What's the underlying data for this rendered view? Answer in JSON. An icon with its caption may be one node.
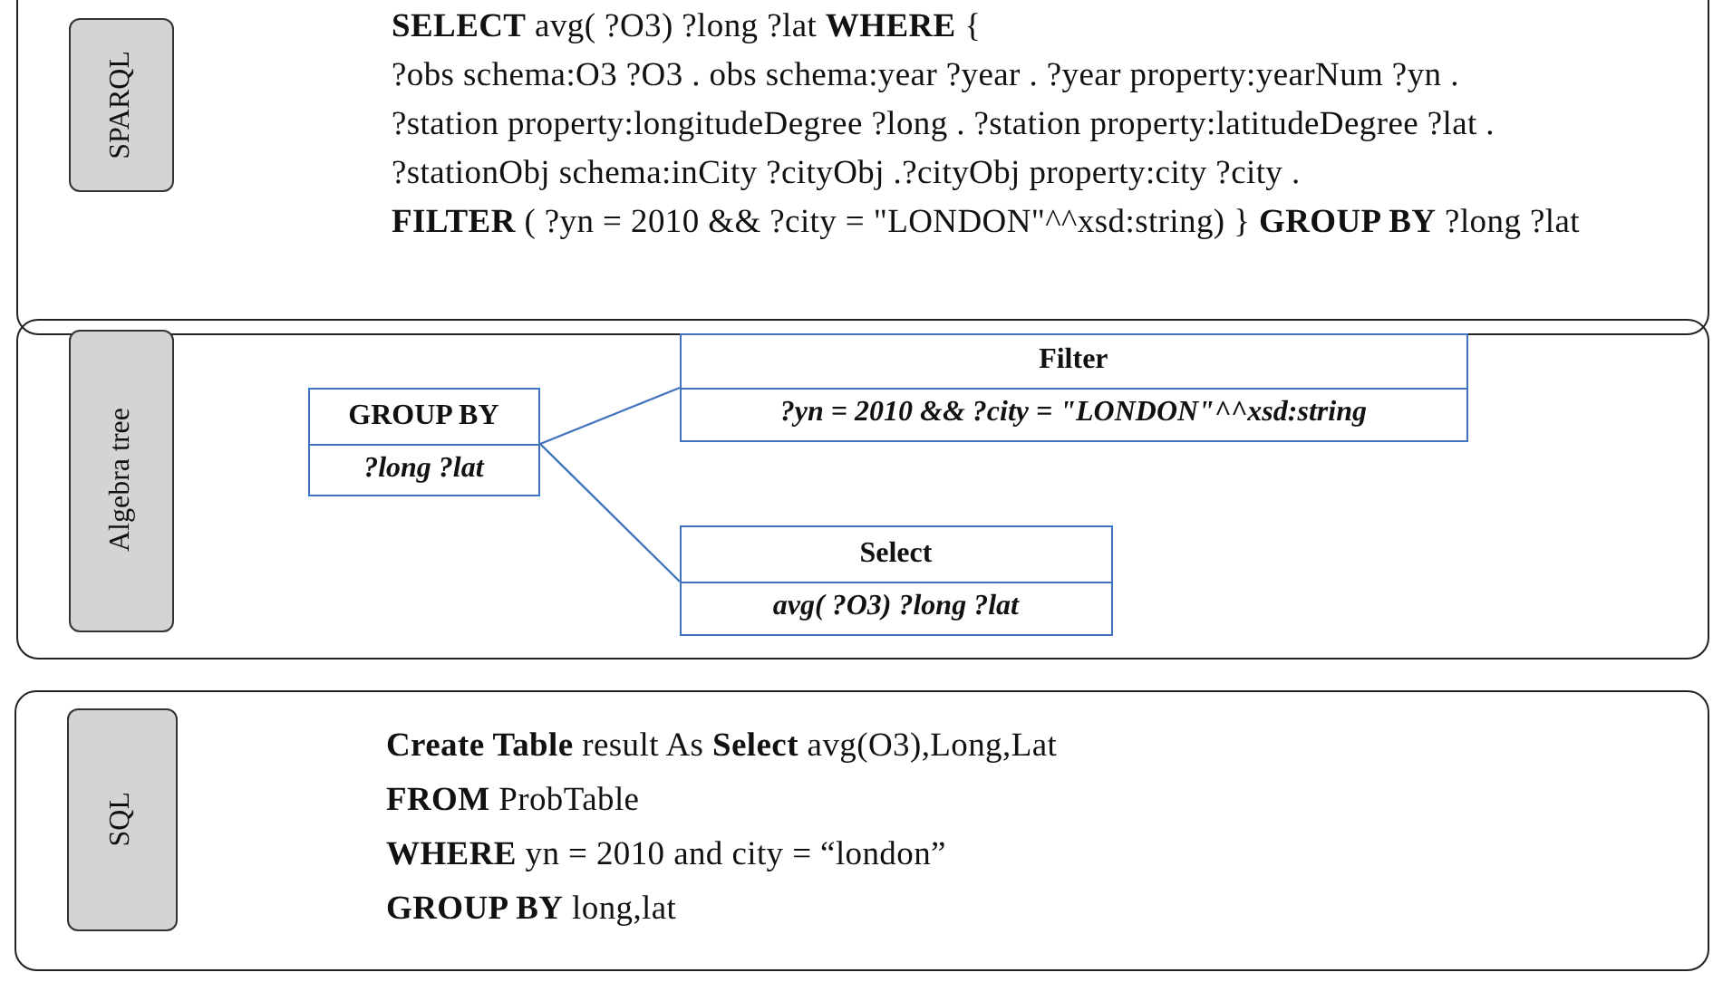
{
  "diagram": {
    "nodes": [
      {
        "text": [
          "**SELECT** avg( ?O3) ?long ?lat **WHERE** {",
          "?obs schema:O3 ?O3 . obs schema:year ?year . ?year property:yearNum ?yn .",
          "?station property:longitudeDegree ?long . ?station property:latitudeDegree ?lat .",
          "?stationObj schema:inCity ?cityObj .?cityObj property:city ?city .",
          "**FILTER** ( ?yn = 2010 && ?city = \"LONDON\"^^xsd:string) } **GROUP BY** ?long ?lat"
        ]
      },
      {
        "text": [
          "SPARQL"
        ],
        "in": 0
      },
      {
        "text": [],
        "shape": "box"
      },
      {
        "text": [
          "Algebra tree"
        ],
        "in": 2
      },
      {
        "text": [
          "GROUP BY",
          "?long ?lat"
        ],
        "in": 2
      },
      {
        "text": [
          "Filter",
          "?yn = 2010 && ?city = \"LONDON\"^^xsd:string"
        ],
        "in": 2
      },
      {
        "text": [
          "Select",
          "avg( ?O3) ?long ?lat"
        ],
        "in": 2
      },
      {
        "text": [
          "**Create Table** result As **Select** avg(O3),Long,Lat",
          "**FROM** ProbTable",
          "**WHERE** yn  = 2010 and city = “london”",
          "**GROUP BY** long,lat"
        ]
      },
      {
        "text": [
          "SQL"
        ],
        "in": 7
      }
    ],
    "edges": [
      {
        "from": 4,
        "to": 5,
        "arrow": "none"
      },
      {
        "from": 4,
        "to": 6,
        "arrow": "none"
      }
    ]
  }
}
